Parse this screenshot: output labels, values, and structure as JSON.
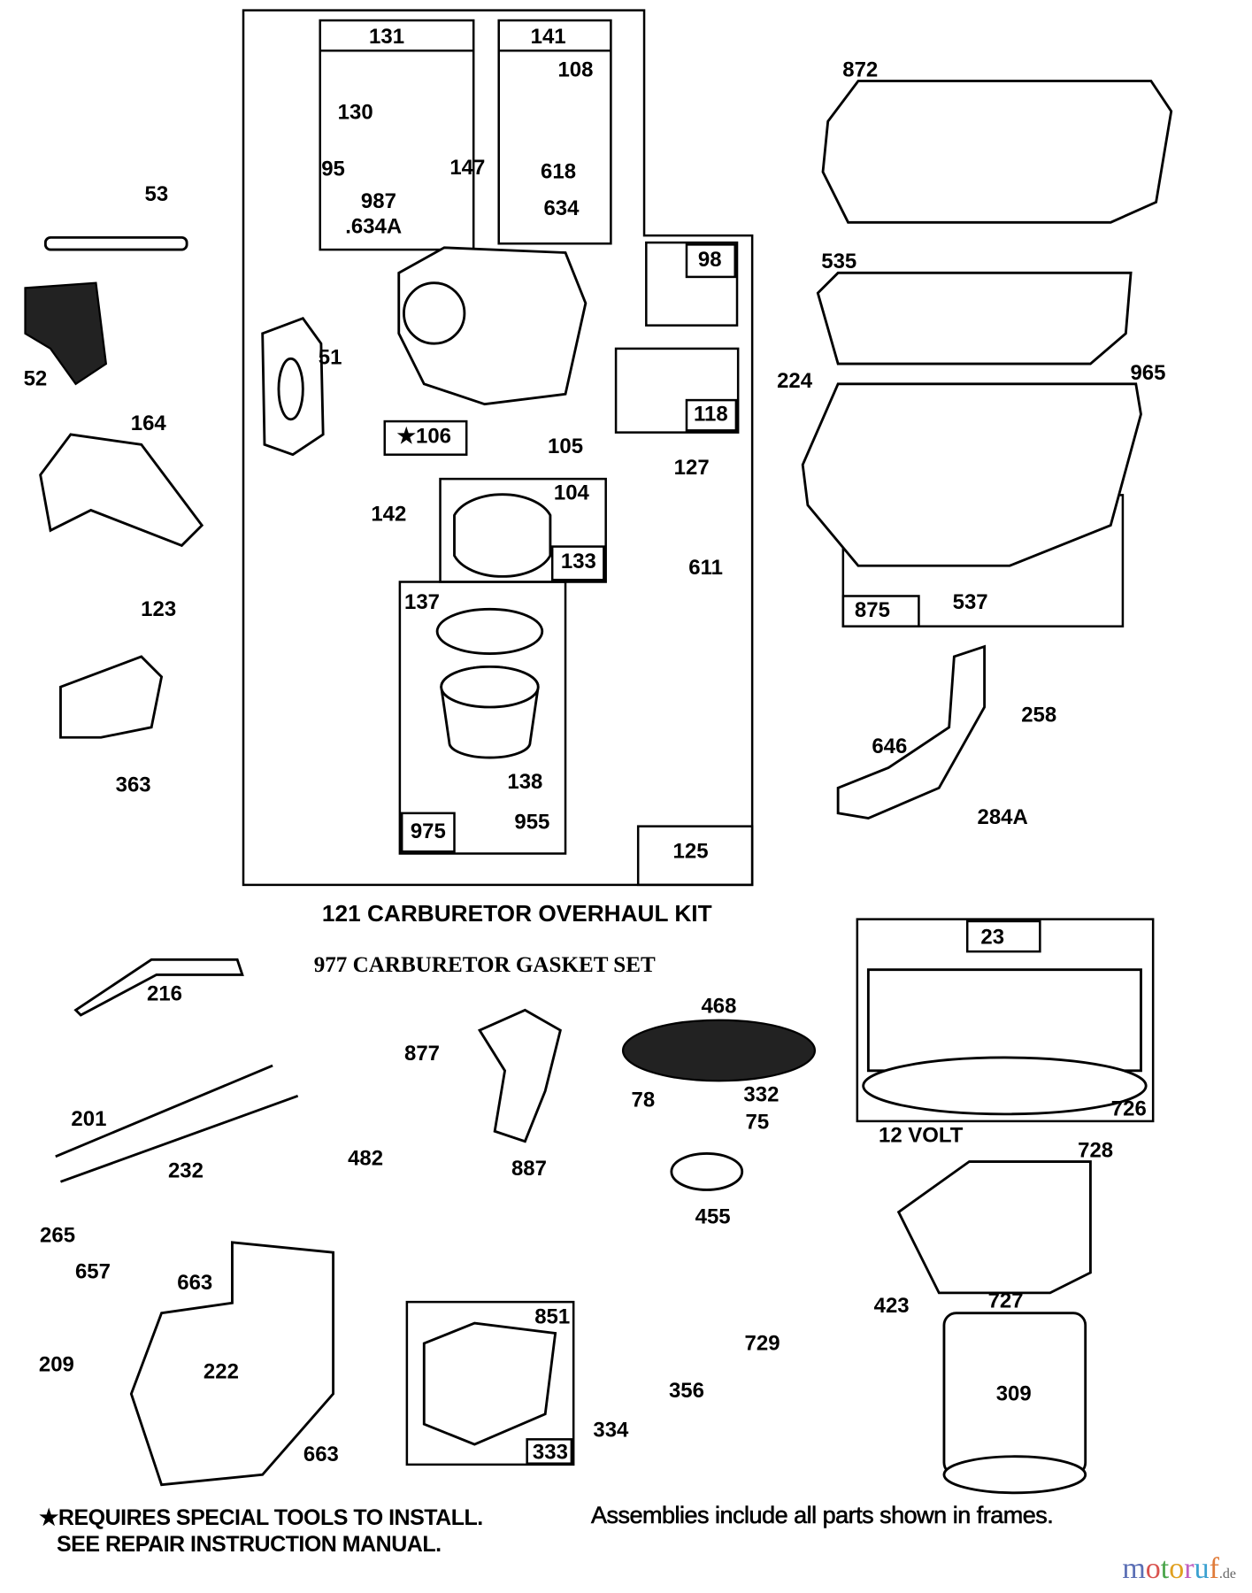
{
  "diagram": {
    "callouts": [
      "131",
      "141",
      "108",
      "130",
      "95",
      "987",
      ".634A",
      "147",
      "618",
      "634",
      "98",
      "53",
      "52",
      "51",
      "872",
      "535",
      "965",
      "224",
      "164",
      "★106",
      "105",
      "118",
      "127",
      "142",
      "104",
      "133",
      "611",
      "123",
      "875",
      "537",
      "258",
      "363",
      "646",
      "137",
      "138",
      "955",
      "975",
      "125",
      "284A",
      "216",
      "23",
      "468",
      "877",
      "78",
      "332",
      "75",
      "726",
      "201",
      "232",
      "12 VOLT",
      "482",
      "887",
      "728",
      "455",
      "265",
      "657",
      "663",
      "423",
      "727",
      "851",
      "729",
      "209",
      "222",
      "356",
      "309",
      "334",
      "333",
      "663"
    ],
    "kit_lines": [
      "121 CARBURETOR OVERHAUL KIT",
      "977 CARBURETOR GASKET SET"
    ]
  },
  "notes": {
    "special_tools_line1": "★REQUIRES SPECIAL TOOLS TO INSTALL.",
    "special_tools_line2": "SEE REPAIR INSTRUCTION MANUAL.",
    "assemblies": "Assemblies include all parts shown in frames."
  },
  "watermark": {
    "text": "motoruf",
    "suffix": ".de",
    "colors": [
      "#5b6fb5",
      "#d9534f",
      "#4aa54a",
      "#e0a020",
      "#c05fc0",
      "#3aa0d0",
      "#e07b39"
    ]
  }
}
